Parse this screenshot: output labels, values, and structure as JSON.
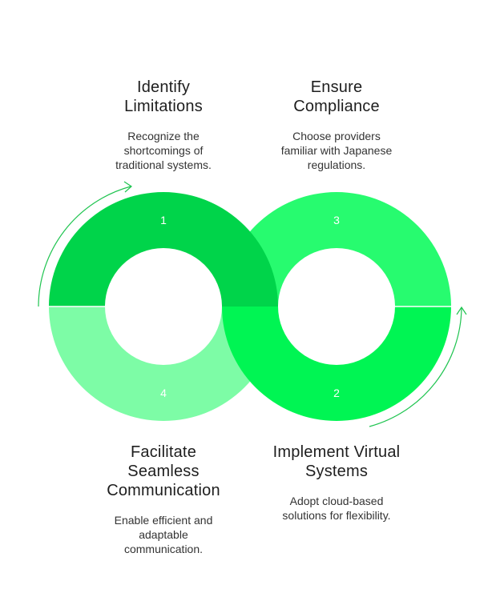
{
  "steps": [
    {
      "number": "1",
      "title": "Identify\nLimitations",
      "description": "Recognize the\nshortcomings of\ntraditional systems.",
      "color": "#00d44a"
    },
    {
      "number": "2",
      "title": "Implement Virtual\nSystems",
      "description": "Adopt cloud-based\nsolutions for flexibility.",
      "color": "#00f553"
    },
    {
      "number": "3",
      "title": "Ensure\nCompliance",
      "description": "Choose providers\nfamiliar with Japanese\nregulations.",
      "color": "#27fb6f"
    },
    {
      "number": "4",
      "title": "Facilitate\nSeamless\nCommunication",
      "description": "Enable efficient and\nadaptable\ncommunication.",
      "color": "#7dfca6"
    }
  ],
  "arrow_color": "#1fc450"
}
